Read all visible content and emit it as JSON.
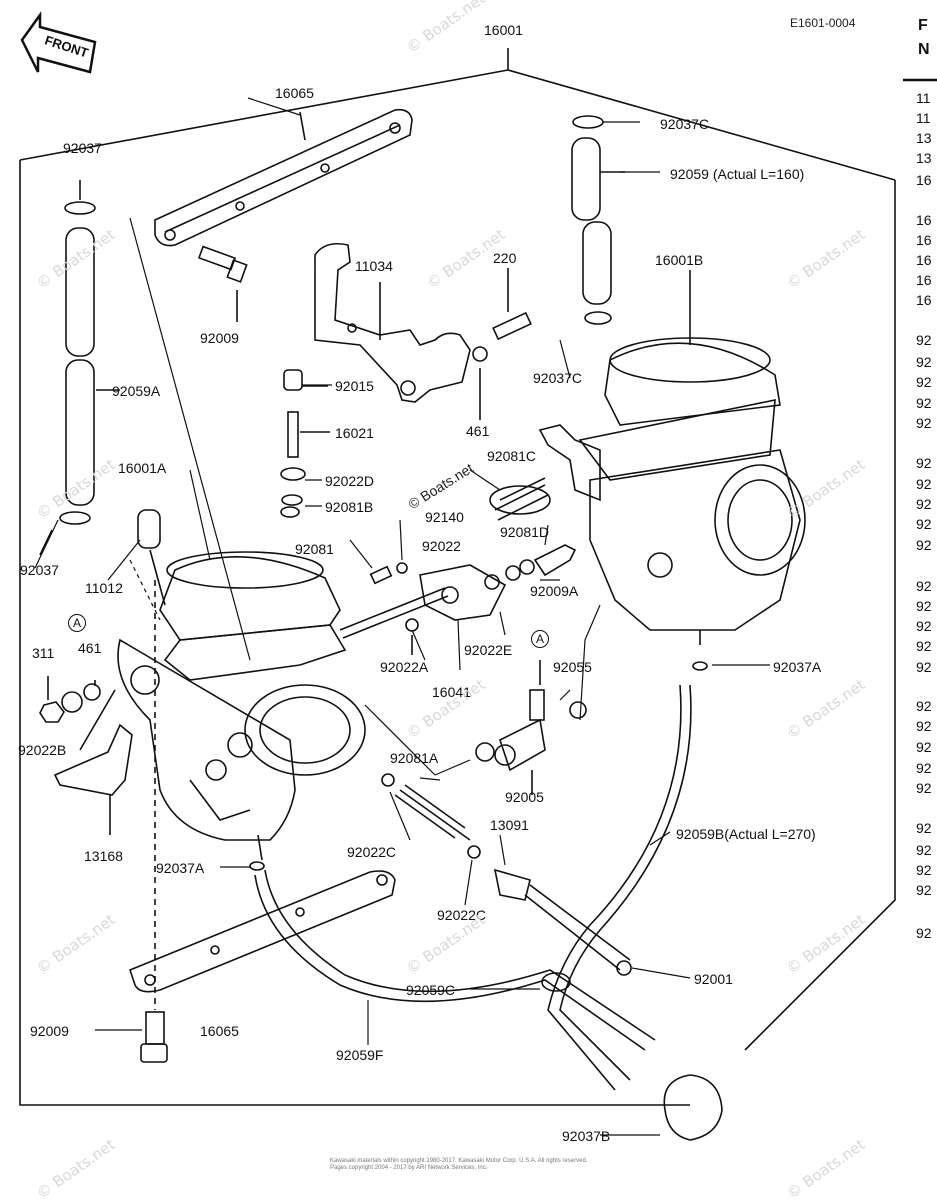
{
  "doc_code": "E1601-0004",
  "front_label": "FRONT",
  "header_partial": [
    "F",
    "N"
  ],
  "parts": {
    "p16001": "16001",
    "p16065_top": "16065",
    "p92037_top": "92037",
    "p92059A": "92059A",
    "p92037_bottom": "92037",
    "p16001A": "16001A",
    "p11012": "11012",
    "pA_left": "A",
    "p311": "311",
    "p461_left": "461",
    "p92022B": "92022B",
    "p13168": "13168",
    "p92037A_left": "92037A",
    "p92009_bottom": "92009",
    "p16065_bottom": "16065",
    "p92059F": "92059F",
    "p92009_top": "92009",
    "p11034": "11034",
    "p220": "220",
    "p92015": "92015",
    "p16021": "16021",
    "p92022D": "92022D",
    "p92081B": "92081B",
    "p461_mid": "461",
    "p92081": "92081",
    "p92140": "92140",
    "p92022": "92022",
    "p92081C": "92081C",
    "p92081D": "92081D",
    "p92009A": "92009A",
    "p92022A": "92022A",
    "p16041": "16041",
    "p92022E": "92022E",
    "pA_mid": "A",
    "p92055": "92055",
    "p92081A": "92081A",
    "p92005": "92005",
    "p92022C_upper": "92022C",
    "p13091": "13091",
    "p92022C_lower": "92022C",
    "p92037C_top": "92037C",
    "p92059_actual": "92059 (Actual  L=160)",
    "p16001B": "16001B",
    "p92037C_mid": "92037C",
    "p92037A_right": "92037A",
    "p92059B_actual": "92059B(Actual  L=270)",
    "p92001": "92001",
    "p92059C": "92059C",
    "p92037B": "92037B"
  },
  "side_column": [
    "11",
    "11",
    "13",
    "13",
    "16",
    "16",
    "16",
    "16",
    "16",
    "92",
    "92",
    "92",
    "92",
    "92",
    "92",
    "92",
    "92",
    "92",
    "92",
    "92",
    "92",
    "92",
    "92",
    "92",
    "92",
    "92",
    "92",
    "92",
    "92",
    "92",
    "92",
    "92",
    "92",
    "92"
  ],
  "watermark": "© Boats.net",
  "watermark_center": "© Boats.net",
  "footer_line1": "Kawasaki materials within copyright 1980-2017. Kawasaki Motor Corp. U.S.A. All rights reserved.",
  "footer_line2": "Pages copyright 2004 - 2017 by ARI Network Services, Inc."
}
